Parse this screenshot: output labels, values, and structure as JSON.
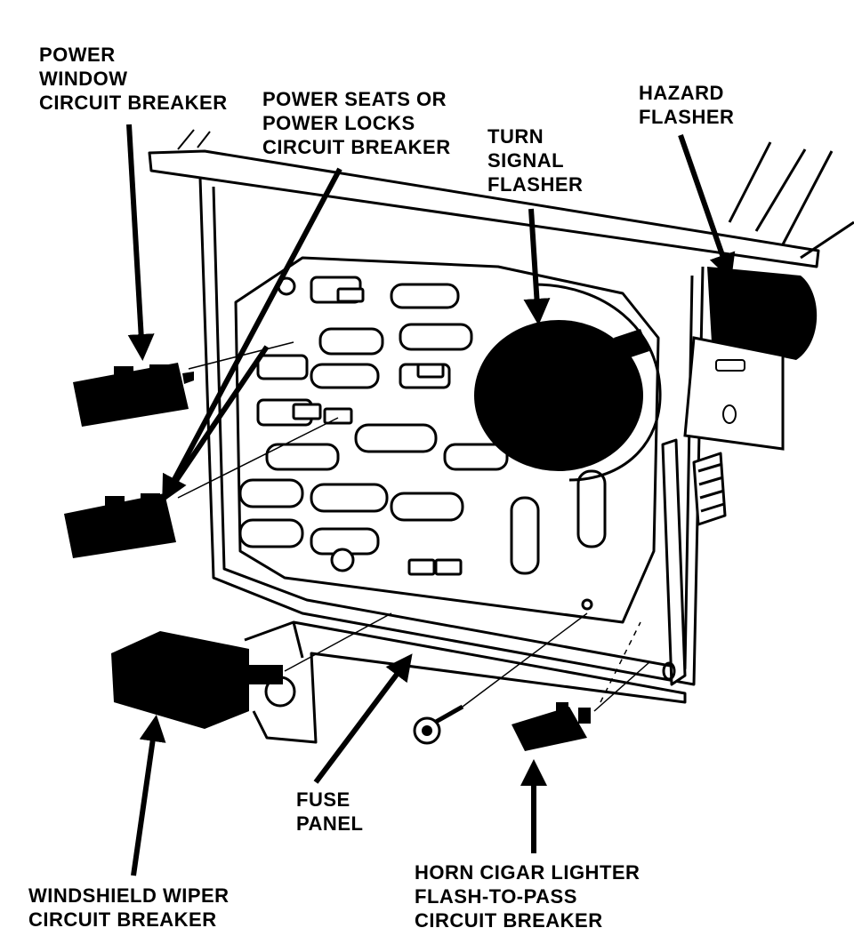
{
  "labels": {
    "power_window": [
      "POWER",
      "WINDOW",
      "CIRCUIT BREAKER"
    ],
    "power_seats": [
      "POWER SEATS OR",
      "POWER LOCKS",
      "CIRCUIT BREAKER"
    ],
    "turn_signal": [
      "TURN",
      "SIGNAL",
      "FLASHER"
    ],
    "hazard": [
      "HAZARD",
      "FLASHER"
    ],
    "fuse_panel": [
      "FUSE",
      "PANEL"
    ],
    "windshield": [
      "WINDSHIELD WIPER",
      "CIRCUIT BREAKER"
    ],
    "horn": [
      "HORN CIGAR LIGHTER",
      "FLASH-TO-PASS",
      "CIRCUIT BREAKER"
    ]
  },
  "colors": {
    "ink": "#000000",
    "paper": "#ffffff"
  }
}
